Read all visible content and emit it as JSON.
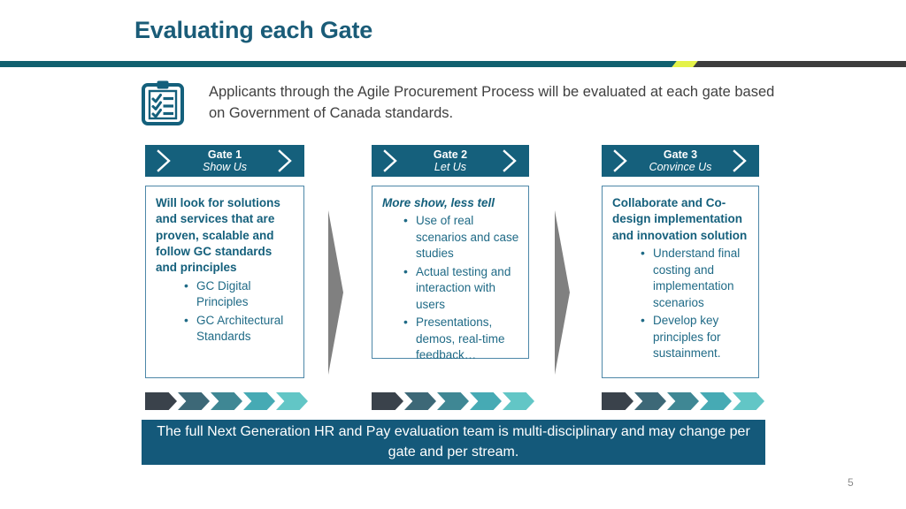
{
  "slide": {
    "title": "Evaluating each Gate",
    "number": "5",
    "intro": "Applicants through the Agile Procurement Process will be evaluated at each gate based on Government of Canada standards.",
    "icon": "clipboard-checklist-icon",
    "footer": "The full Next Generation HR and Pay evaluation team is multi-disciplinary and may change per gate and per stream."
  },
  "colors": {
    "title": "#1a5c78",
    "rule_teal": "#10606f",
    "rule_dark": "#3d3d3d",
    "rule_accent": "#e4f24a",
    "header_bar": "#15607c",
    "card_border": "#4d87a8",
    "body_text": "#1f6a86",
    "banner": "#14597a",
    "connector": "#808080"
  },
  "gates": [
    {
      "number": "Gate 1",
      "subtitle": "Show Us",
      "heading": "Will look for solutions and services that are proven, scalable and follow GC standards and principles",
      "heading_italic": false,
      "bullets": [
        "GC Digital Principles",
        "GC Architectural Standards"
      ]
    },
    {
      "number": "Gate 2",
      "subtitle": "Let Us",
      "heading": "More show, less tell",
      "heading_italic": true,
      "bullets": [
        "Use of real scenarios and case studies",
        "Actual testing and interaction with users",
        "Presentations, demos, real-time feedback…"
      ]
    },
    {
      "number": "Gate 3",
      "subtitle": "Convince Us",
      "heading": "Collaborate and Co-design implementation and innovation solution",
      "heading_italic": false,
      "bullets": [
        "Understand final costing and implementation scenarios",
        "Develop key principles for sustainment."
      ]
    }
  ],
  "progress_arrows": {
    "count": 5,
    "colors": [
      "#3a424b",
      "#3d6877",
      "#3f8794",
      "#46aab4",
      "#62c6c6"
    ]
  }
}
